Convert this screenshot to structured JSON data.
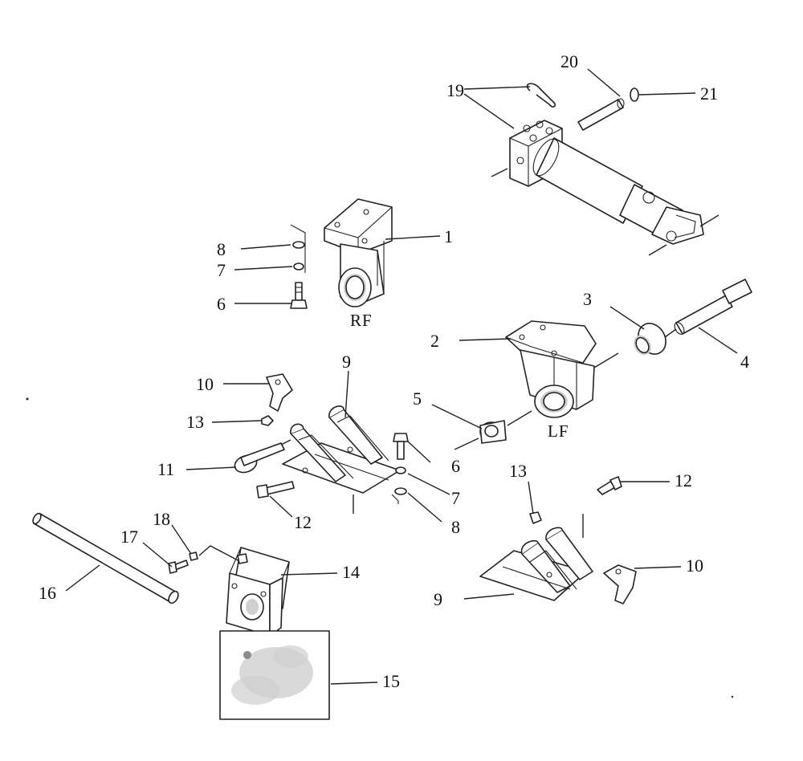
{
  "callouts": {
    "c1": "1",
    "c2": "2",
    "c3": "3",
    "c4": "4",
    "c5": "5",
    "c6a": "6",
    "c6b": "6",
    "c7a": "7",
    "c7b": "7",
    "c8a": "8",
    "c8b": "8",
    "c9a": "9",
    "c9b": "9",
    "c10a": "10",
    "c10b": "10",
    "c11": "11",
    "c12a": "12",
    "c12b": "12",
    "c13a": "13",
    "c13b": "13",
    "c14": "14",
    "c15": "15",
    "c16": "16",
    "c17": "17",
    "c18": "18",
    "c19": "19",
    "c20": "20",
    "c21": "21"
  },
  "positions": {
    "rf": "RF",
    "lf": "LF"
  }
}
